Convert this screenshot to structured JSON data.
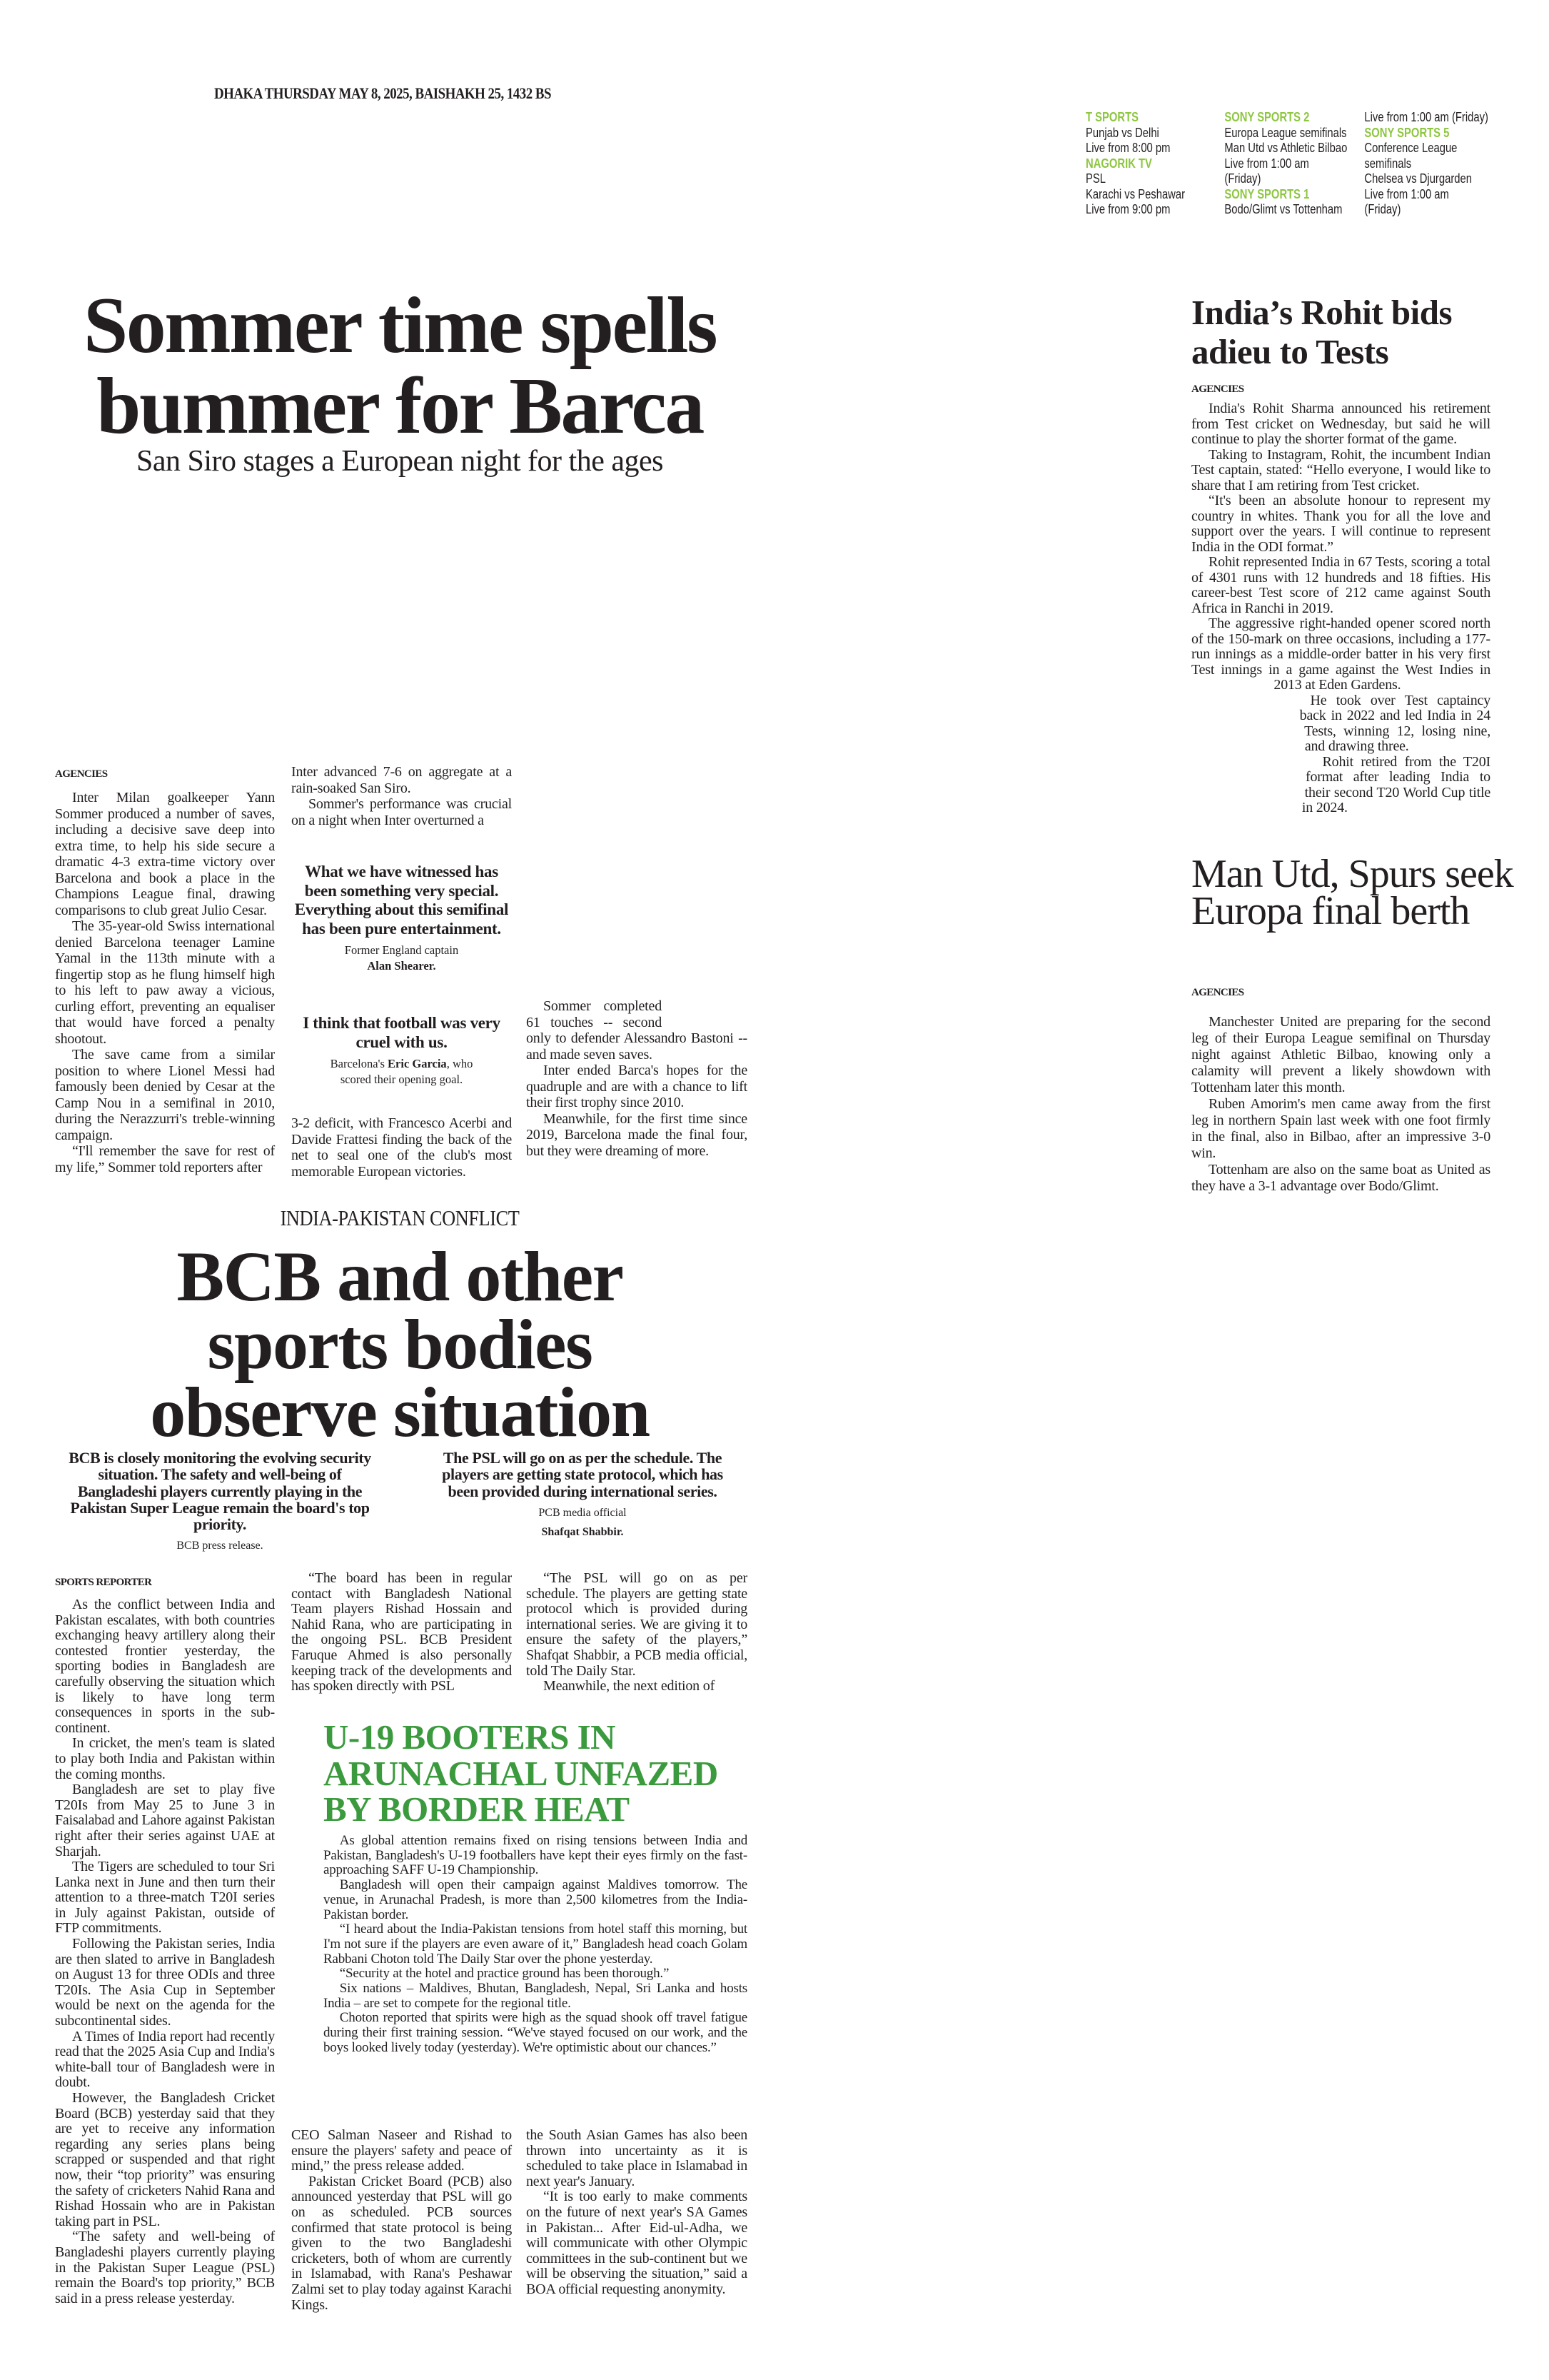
{
  "masthead": {
    "dateline": "DHAKA THURSDAY MAY 8, 2025, BAISHAKH 25, 1432 BS"
  },
  "colors": {
    "tv_channel": "#8dc63f",
    "u19_headline": "#3b9a3d",
    "text": "#231f20"
  },
  "tv_listings": {
    "col1": [
      {
        "t": "T SPORTS",
        "channel": true
      },
      {
        "t": "Punjab vs Delhi"
      },
      {
        "t": "Live from 8:00 pm"
      },
      {
        "t": "NAGORIK TV",
        "channel": true
      },
      {
        "t": "PSL"
      },
      {
        "t": "Karachi vs Peshawar"
      },
      {
        "t": "Live from 9:00 pm"
      }
    ],
    "col2": [
      {
        "t": "SONY SPORTS 2",
        "channel": true
      },
      {
        "t": "Europa League semifinals"
      },
      {
        "t": "Man Utd vs Athletic Bilbao"
      },
      {
        "t": "Live from 1:00 am"
      },
      {
        "t": "(Friday)"
      },
      {
        "t": "SONY SPORTS 1",
        "channel": true
      },
      {
        "t": "Bodo/Glimt vs Tottenham"
      }
    ],
    "col3": [
      {
        "t": "Live from 1:00 am (Friday)"
      },
      {
        "t": "SONY SPORTS 5",
        "channel": true
      },
      {
        "t": "Conference League"
      },
      {
        "t": "semifinals"
      },
      {
        "t": "Chelsea vs Djurgarden"
      },
      {
        "t": "Live from 1:00 am"
      },
      {
        "t": "(Friday)"
      }
    ]
  },
  "sommer": {
    "headline_1": "Sommer time spells",
    "headline_2": "bummer for Barca",
    "subheadline": "San Siro stages a European night for the ages",
    "byline": "AGENCIES",
    "col1": [
      "Inter Milan goalkeeper Yann Sommer produced a number of saves, including a decisive save deep into extra time, to help his side secure a dramatic 4-3 extra-time victory over Barcelona and book a place in the Champions League final, drawing comparisons to club great Julio Cesar.",
      "The 35-year-old Swiss international denied Barcelona teenager Lamine Yamal in the 113th minute with a fingertip stop as he flung himself high to his left to paw away a vicious, curling effort, preventing an equaliser that would have forced a penalty shootout.",
      "The save came from a similar position to where Lionel Messi had famously been denied by Cesar at the Camp Nou in a semifinal in 2010, during the Nerazzurri's treble-winning campaign.",
      "“I'll remember the save for rest of my life,” Sommer told reporters after"
    ],
    "col2_top": [
      "Inter advanced 7-6 on aggregate at a rain-soaked San Siro.",
      "Sommer's performance was crucial on a night when Inter overturned a"
    ],
    "col2_bottom": [
      "3-2 deficit, with Francesco Acerbi and Davide Frattesi finding the back of the net to seal one of the club's most memorable European victories."
    ],
    "col3": [
      "Sommer completed 61 touches -- second only to defender Alessandro Bastoni -- and made seven saves.",
      "Inter ended Barca's hopes for the quadruple and are with a chance to lift their first trophy since 2010.",
      "Meanwhile, for the first time since 2019, Barcelona made the final four, but they were dreaming of more."
    ],
    "quote1": {
      "text": "What we have witnessed has been something very special. Everything about this semifinal has been pure entertainment.",
      "attr_role": "Former England captain",
      "attr_name": "Alan Shearer."
    },
    "quote2": {
      "text": "I think that football was very cruel with us.",
      "attr_pre": "Barcelona's ",
      "attr_name": "Eric Garcia",
      "attr_post": ", who scored their opening goal."
    }
  },
  "rohit": {
    "headline": "India’s Rohit bids adieu to Tests",
    "byline": "AGENCIES",
    "body": [
      "India's Rohit Sharma announced his retirement from Test cricket on Wednesday, but said he will continue to play the shorter format of the game.",
      "Taking to Instagram, Rohit, the incumbent Indian Test captain, stated: “Hello everyone, I would like to share that I am retiring from Test cricket.",
      "“It's been an absolute honour to represent my country in whites. Thank you for all the love and support over the years. I will continue to represent India in the ODI format.”",
      "Rohit represented India in 67 Tests, scoring a total of 4301 runs with 12 hundreds and 18 fifties. His career-best Test score of 212 came against South Africa in Ranchi in 2019.",
      "The aggressive right-handed opener scored north of the 150-mark on three occasions, including a 177-run innings as a middle-order batter in his very first Test innings in a game against the West Indies in 2013 at Eden Gardens.",
      "He took over Test captaincy back in 2022 and led India in 24 Tests, winning 12, losing nine, and drawing three.",
      "Rohit retired from the T20I format after leading India to their second T20 World Cup title in 2024."
    ]
  },
  "manutd": {
    "headline": "Man Utd, Spurs seek Europa final berth",
    "byline": "AGENCIES",
    "body": [
      "Manchester United are preparing for the second leg of their Europa League semifinal on Thursday night against Athletic Bilbao, knowing only a calamity will prevent a likely showdown with Tottenham later this month.",
      "Ruben Amorim's men came away from the first leg in northern Spain last week with one foot firmly in the final, also in Bilbao, after an impressive 3-0 win.",
      "Tottenham are also on the same boat as United as they have a 3-1 advantage over Bodo/Glimt."
    ]
  },
  "bcb": {
    "kicker": "INDIA-PAKISTAN CONFLICT",
    "headline_1": "BCB and other",
    "headline_2": "sports bodies",
    "headline_3": "observe situation",
    "quote_left": {
      "text": "BCB is closely monitoring the evolving security situation. The safety and well-being of Bangladeshi players currently playing in the Pakistan Super League remain the board's top priority.",
      "attr": "BCB press release."
    },
    "quote_right": {
      "text": "The PSL will go on as per the schedule. The players are getting state protocol, which has been provided during international series.",
      "attr_role": "PCB media official",
      "attr_name": "Shafqat Shabbir."
    },
    "byline": "SPORTS REPORTER",
    "col1": [
      "As the conflict between India and Pakistan escalates, with both countries exchanging heavy artillery along their contested frontier yesterday, the sporting bodies in Bangladesh are carefully observing the situation which is likely to have long term consequences in sports in the sub-continent.",
      "In cricket, the men's team is slated to play both India and Pakistan within the coming months.",
      "Bangladesh are set to play five T20Is from May 25 to June 3 in Faisalabad and Lahore against Pakistan right after their series against UAE at Sharjah.",
      "The Tigers are scheduled to tour Sri Lanka next in June and then turn their attention to a three-match T20I series in July against Pakistan, outside of FTP commitments.",
      "Following the Pakistan series, India are then slated to arrive in Bangladesh on August 13 for three ODIs and three T20Is. The Asia Cup in September would be next on the agenda for the subcontinental sides.",
      "A Times of India report had recently read that the 2025 Asia Cup and India's white-ball tour of Bangladesh were in doubt.",
      "However, the Bangladesh Cricket Board (BCB) yesterday said that they are yet to receive any information regarding any series plans being scrapped or suspended and that right now, their “top priority” was ensuring the safety of cricketers Nahid Rana and Rishad Hossain who are in Pakistan taking part in PSL.",
      "“The safety and well-being of Bangladeshi players currently playing in the Pakistan Super League (PSL) remain the Board's top priority,” BCB said in a press release yesterday."
    ],
    "col2_top": [
      "“The board has been in regular contact with Bangladesh National Team players Rishad Hossain and Nahid Rana, who are participating in the ongoing PSL. BCB President Faruque Ahmed is also personally keeping track of the developments and has spoken directly with PSL"
    ],
    "col2_bottom": [
      "CEO Salman Naseer and Rishad to ensure the players' safety and peace of mind,” the press release added.",
      "Pakistan Cricket Board (PCB) also announced yesterday that PSL will go on as scheduled. PCB sources confirmed that state protocol is being given to the two Bangladeshi cricketers, both of whom are currently in Islamabad, with Rana's Peshawar Zalmi set to play today against Karachi Kings."
    ],
    "col3_top": [
      "“The PSL will go on as per schedule. The players are getting state protocol which is provided during international series. We are giving it to ensure the safety of the players,” Shafqat Shabbir, a PCB media official, told The Daily Star.",
      "Meanwhile, the next edition of"
    ],
    "col3_bottom": [
      "the South Asian Games has also been thrown into uncertainty as it is scheduled to take place in Islamabad in next year's January.",
      "“It is too early to make comments on the future of next year's SA Games in Pakistan... After Eid-ul-Adha, we will communicate with other Olympic committees in the sub-continent but we will be observing the situation,” said a BOA official requesting anonymity."
    ]
  },
  "u19": {
    "headline": "U-19 BOOTERS IN ARUNACHAL UNFAZED BY BORDER HEAT",
    "body": [
      "As global attention remains fixed on rising tensions between India and Pakistan, Bangladesh's U-19 footballers have kept their eyes firmly on the fast-approaching SAFF U-19 Championship.",
      "Bangladesh will open their campaign against Maldives tomorrow. The venue, in Arunachal Pradesh, is more than 2,500 kilometres from the India-Pakistan border.",
      "“I heard about the India-Pakistan tensions from hotel staff this morning, but I'm not sure if the players are even aware of it,” Bangladesh head coach Golam Rabbani Choton told The Daily Star over the phone yesterday.",
      "“Security at the hotel and practice ground has been thorough.”",
      "Six nations – Maldives, Bhutan, Bangladesh, Nepal, Sri Lanka and hosts India – are set to compete for the regional title.",
      "Choton reported that spirits were high as the squad shook off travel fatigue during their first training session. “We've stayed focused on our work, and the boys looked lively today (yesterday). We're optimistic about our chances.”"
    ]
  }
}
